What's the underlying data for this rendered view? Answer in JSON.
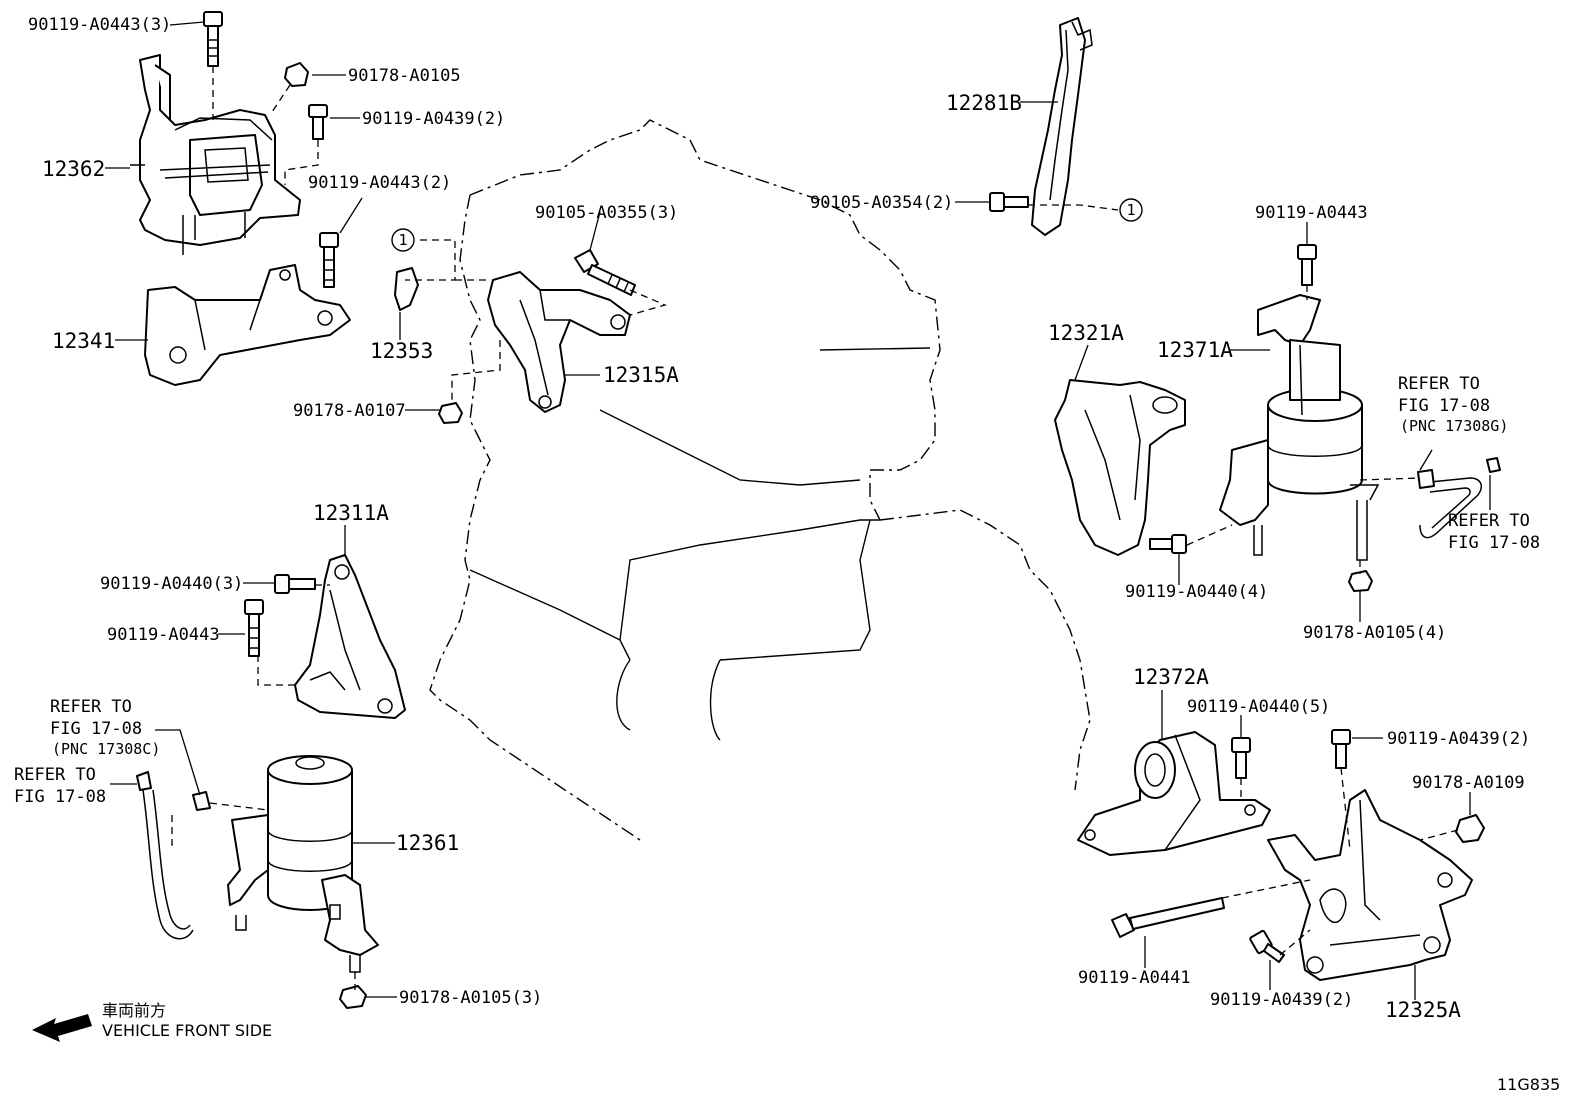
{
  "figure_code": "11G835",
  "direction": {
    "jp": "車両前方",
    "en": "VEHICLE FRONT SIDE"
  },
  "ref_marker": "1",
  "parts": {
    "p12362": "12362",
    "p12341": "12341",
    "p12353": "12353",
    "p12315A": "12315A",
    "p12311A": "12311A",
    "p12361": "12361",
    "p12281B": "12281B",
    "p12321A": "12321A",
    "p12371A": "12371A",
    "p12372A": "12372A",
    "p12325A": "12325A"
  },
  "fasteners": {
    "f1": "90119-A0443(3)",
    "f2": "90178-A0105",
    "f3": "90119-A0439(2)",
    "f4": "90119-A0443(2)",
    "f5": "90105-A0355(3)",
    "f6": "90178-A0107",
    "f7": "90119-A0440(3)",
    "f8": "90119-A0443",
    "f9": "90178-A0105(3)",
    "f10": "90105-A0354(2)",
    "f11": "90119-A0443",
    "f12": "90119-A0440(4)",
    "f13": "90178-A0105(4)",
    "f14": "90119-A0440(5)",
    "f15": "90119-A0439(2)",
    "f16": "90178-A0109",
    "f17": "90119-A0441",
    "f18": "90119-A0439(2)"
  },
  "refers": {
    "left_top": {
      "l1": "REFER TO",
      "l2": "FIG 17-08",
      "l3": "(PNC 17308C)"
    },
    "left_bottom": {
      "l1": "REFER TO",
      "l2": "FIG 17-08"
    },
    "right_top": {
      "l1": "REFER TO",
      "l2": "FIG 17-08",
      "l3": "(PNC 17308G)"
    },
    "right_bottom": {
      "l1": "REFER TO",
      "l2": "FIG 17-08"
    }
  }
}
